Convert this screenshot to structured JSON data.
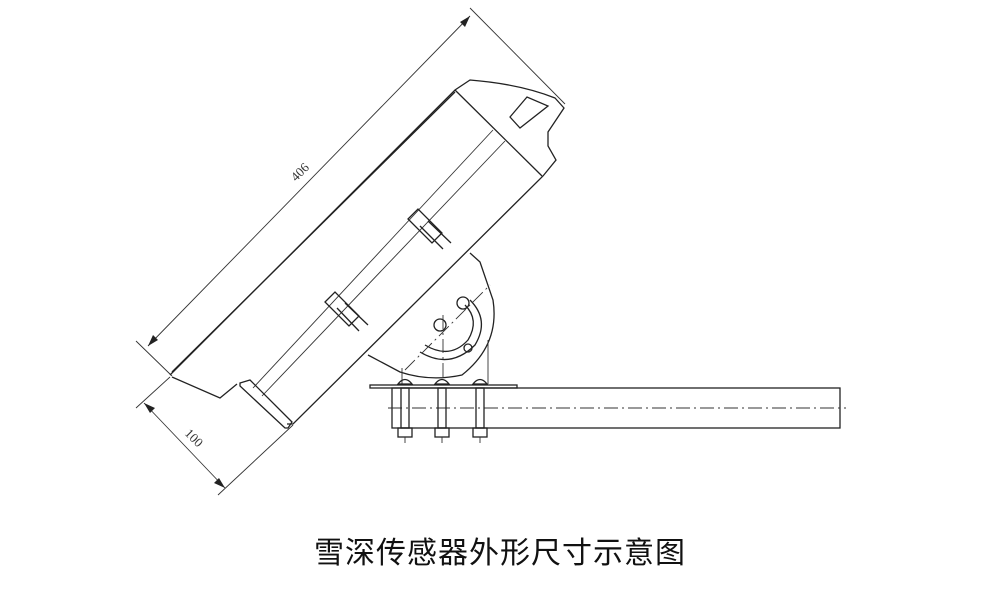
{
  "caption": "雪深传感器外形尺寸示意图",
  "dimensions": {
    "length": "406",
    "width": "100"
  },
  "colors": {
    "line": "#222222",
    "background": "#ffffff"
  }
}
